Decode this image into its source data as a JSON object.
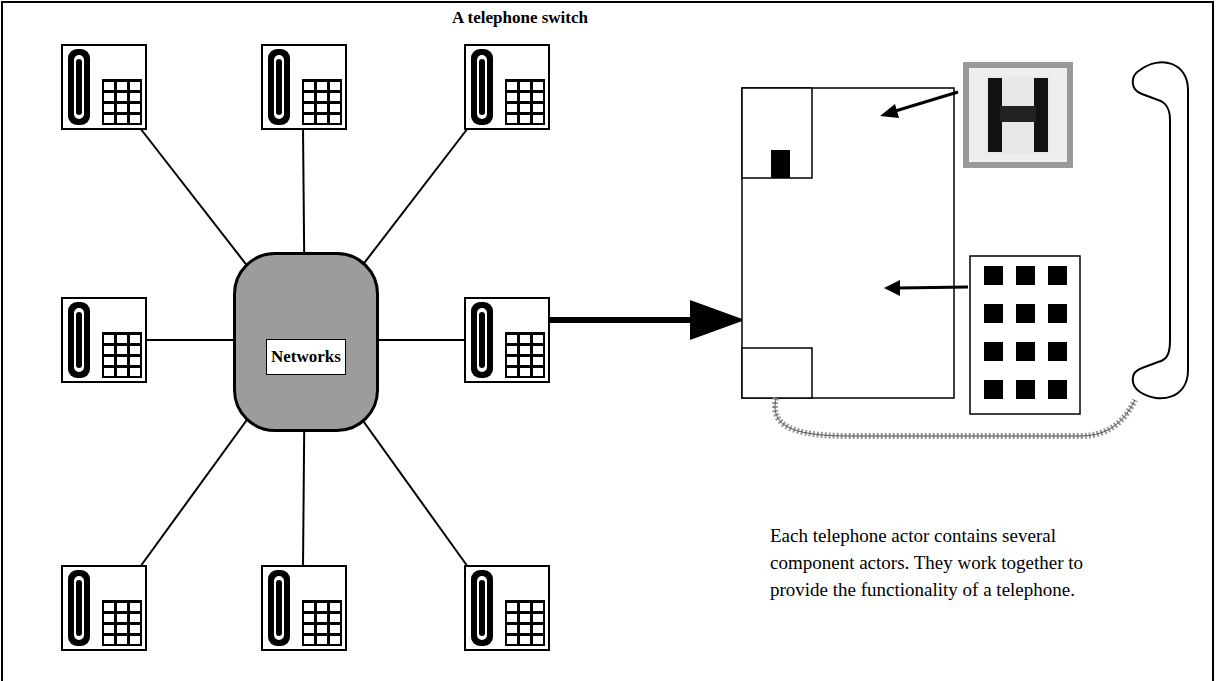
{
  "diagram": {
    "title": "A telephone switch",
    "nodes": [
      {
        "text": [
          "Networks"
        ]
      }
    ],
    "labels": [
      "Each telephone actor contains several component actors. They work together to provide the functionality of a telephone."
    ]
  }
}
